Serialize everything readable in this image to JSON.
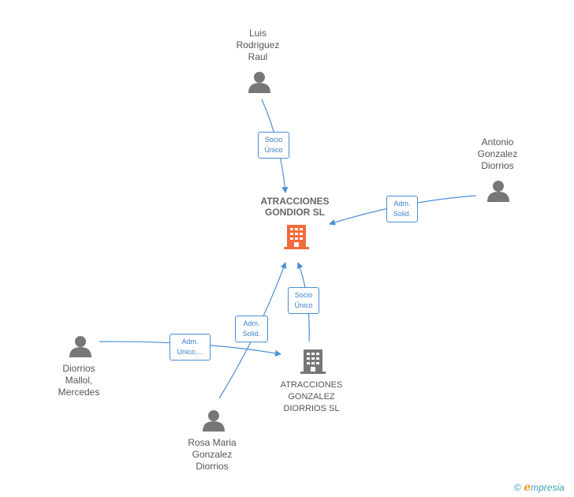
{
  "nodes": {
    "main": {
      "label_line1": "ATRACCIONES",
      "label_line2": "GONDIOR  SL"
    },
    "luis": {
      "lines": [
        "Luis",
        "Rodriguez",
        "Raul"
      ]
    },
    "antonio": {
      "lines": [
        "Antonio",
        "Gonzalez",
        "Diorrios"
      ]
    },
    "diorrios": {
      "lines": [
        "Diorrios",
        "Mallol,",
        "Mercedes"
      ]
    },
    "rosa": {
      "lines": [
        "Rosa Maria",
        "Gonzalez",
        "Diorrios"
      ]
    },
    "company2": {
      "lines": [
        "ATRACCIONES",
        "GONZALEZ",
        "DIORRIOS SL"
      ]
    }
  },
  "edges": {
    "luis_main": {
      "line1": "Socio",
      "line2": "Único"
    },
    "antonio_main": {
      "line1": "Adm.",
      "line2": "Solid."
    },
    "diorrios_company2": {
      "line1": "Adm.",
      "line2": "Unico,..."
    },
    "rosa_main": {
      "line1": "Adm.",
      "line2": "Solid."
    },
    "company2_main": {
      "line1": "Socio",
      "line2": "Único"
    }
  },
  "colors": {
    "edge": "#4a8fd6",
    "person": "#777777",
    "main_company": "#f26b3a",
    "company": "#777777"
  },
  "brand": {
    "symbol": "©",
    "initial": "e",
    "rest": "mpresia"
  }
}
